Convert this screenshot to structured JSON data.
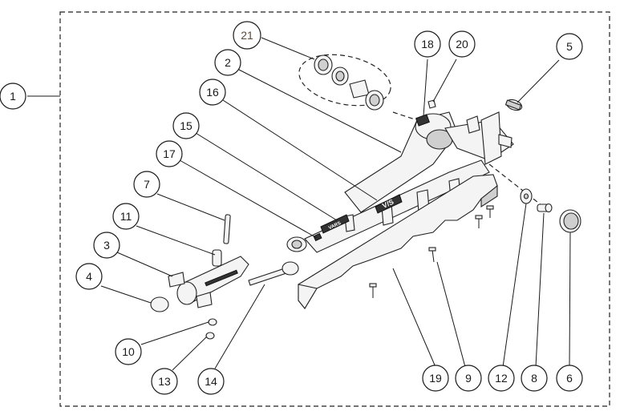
{
  "callouts": {
    "c1": "1",
    "c2": "2",
    "c3": "3",
    "c4": "4",
    "c5": "5",
    "c6": "6",
    "c7": "7",
    "c8": "8",
    "c9": "9",
    "c10": "10",
    "c11": "11",
    "c12": "12",
    "c13": "13",
    "c14": "14",
    "c15": "15",
    "c16": "16",
    "c17": "17",
    "c18": "18",
    "c19": "19",
    "c20": "20",
    "c21": "21"
  },
  "decals": {
    "frame_logo": "V/S",
    "tube_logo": "VARS"
  },
  "colors": {
    "outline": "#1a1a1a",
    "part_fill": "#f4f4f4",
    "callout_21_text": "#5a4a3a"
  }
}
